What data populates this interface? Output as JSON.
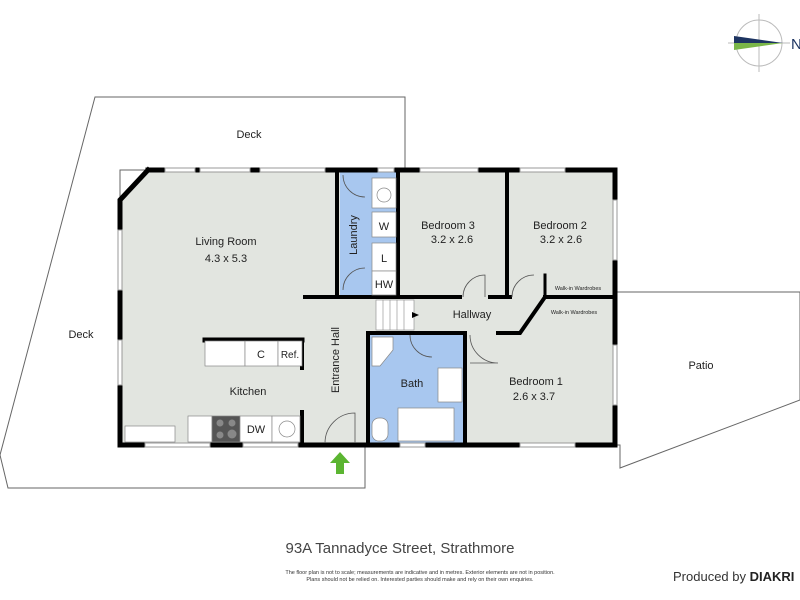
{
  "title": "93A Tannadyce Street, Strathmore",
  "disclaimer": [
    "The floor plan is not to scale; measurements are indicative and in metres. Exterior elements are not in position.",
    "Plans should not be relied on. Interested parties should make and rely on their own enquiries."
  ],
  "producer": {
    "prefix": "Produced by",
    "brand": "DIAKRI"
  },
  "compass": {
    "label": "N",
    "colors": {
      "north": "#1d3461",
      "south": "#7ab648"
    }
  },
  "colors": {
    "room": "#e2e5e0",
    "wet": "#a8c7ef",
    "wall": "#000000",
    "entry_arrow": "#5bb531"
  },
  "outdoor": {
    "deck_top": "Deck",
    "deck_left": "Deck",
    "patio": "Patio"
  },
  "rooms": {
    "living": {
      "name": "Living Room",
      "size": "4.3 x 5.3"
    },
    "kitchen": {
      "name": "Kitchen",
      "fixtures": [
        "C",
        "Ref.",
        "DW"
      ]
    },
    "entrance": {
      "name": "Entrance Hall"
    },
    "laundry": {
      "name": "Laundry",
      "fixtures": [
        "W",
        "L",
        "HW"
      ]
    },
    "bedroom3": {
      "name": "Bedroom 3",
      "size": "3.2 x 2.6"
    },
    "bedroom2": {
      "name": "Bedroom 2",
      "size": "3.2 x 2.6"
    },
    "hallway": {
      "name": "Hallway"
    },
    "wardrobe1": {
      "name": "Walk-in Wardrobes"
    },
    "wardrobe2": {
      "name": "Walk-in Wardrobes"
    },
    "bath": {
      "name": "Bath"
    },
    "bedroom1": {
      "name": "Bedroom 1",
      "size": "2.6 x 3.7"
    }
  }
}
